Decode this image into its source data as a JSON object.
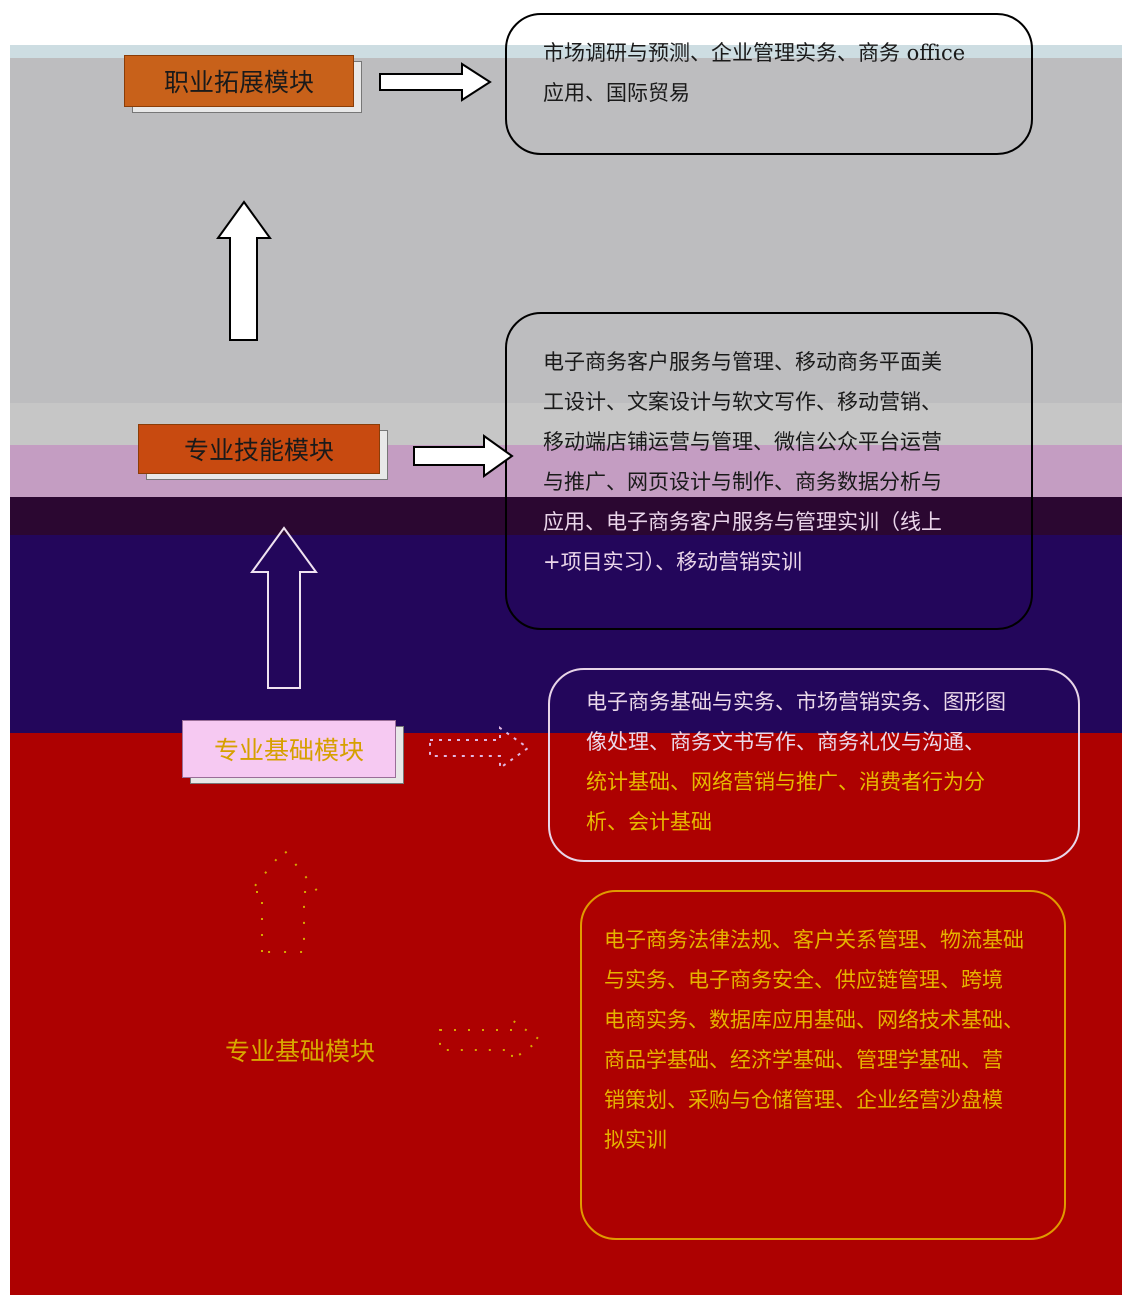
{
  "modules": {
    "career": "职业拓展模块",
    "skill": "专业技能模块",
    "basic": "专业基础模块",
    "base2": "专业基础模块"
  },
  "content": {
    "career": [
      "市场调研与预测、企业管理实务、商务 office",
      "应用、国际贸易"
    ],
    "skill": [
      "电子商务客户服务与管理、移动商务平面美",
      "工设计、文案设计与软文写作、移动营销、",
      "移动端店铺运营与管理、微信公众平台运营",
      "与推广、网页设计与制作、商务数据分析与",
      "应用、电子商务客户服务与管理实训（线上",
      "+项目实习）、移动营销实训"
    ],
    "basic": [
      "电子商务基础与实务、市场营销实务、图形图",
      "像处理、商务文书写作、商务礼仪与沟通、",
      "统计基础、网络营销与推广、消费者行为分",
      "析、会计基础"
    ],
    "base2": [
      "电子商务法律法规、客户关系管理、物流基础",
      "与实务、电子商务安全、供应链管理、跨境",
      "电商实务、数据库应用基础、网络技术基础、",
      "商品学基础、经济学基础、管理学基础、营",
      "销策划、采购与仓储管理、企业经营沙盘模",
      "拟实训"
    ]
  },
  "colors": {
    "career_module": "#c8611a",
    "skill_module": "#c84a10",
    "basic_module": "#f6c9f2",
    "band_gray": "#bdbdbf",
    "band_pink": "#c49dc2",
    "band_navy": "#23065b",
    "band_red": "#ad0101"
  }
}
